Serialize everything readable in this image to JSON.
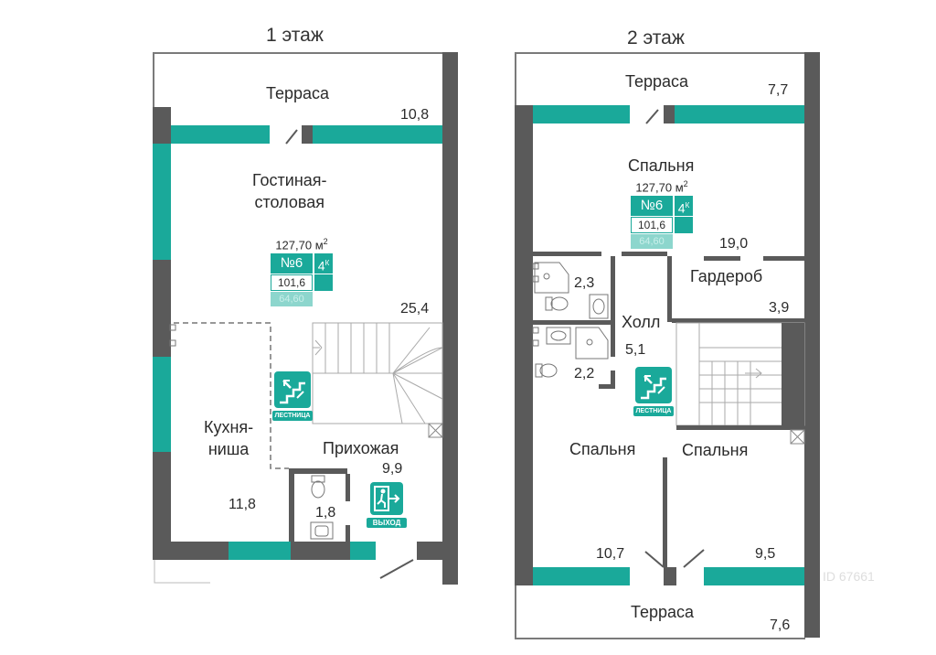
{
  "floors": [
    {
      "title": "1 этаж",
      "rooms": [
        {
          "name": "Терраса",
          "area": "10,8"
        },
        {
          "name": "Гостиная-\nстоловая",
          "area": "25,4"
        },
        {
          "name": "Кухня-\nниша",
          "area": "11,8"
        },
        {
          "name": "Прихожая",
          "area": "9,9"
        },
        {
          "name": "",
          "area": "1,8"
        }
      ],
      "badge": {
        "total": "127,70 м",
        "total_sup": "2",
        "number": "№6",
        "rooms": "4",
        "rooms_sup": "К",
        "living": "101,6",
        "extra": "64,60"
      },
      "stairs_caption": "ЛЕСТНИЦА",
      "exit_caption": "ВЫХОД"
    },
    {
      "title": "2 этаж",
      "rooms": [
        {
          "name": "Терраса",
          "area": "7,7"
        },
        {
          "name": "Спальня",
          "area": "19,0"
        },
        {
          "name": "Гардероб",
          "area": "3,9"
        },
        {
          "name": "Холл",
          "area": "5,1"
        },
        {
          "name": "",
          "area": "2,3"
        },
        {
          "name": "",
          "area": "2,2"
        },
        {
          "name": "Спальня",
          "area": "10,7"
        },
        {
          "name": "Спальня",
          "area": "9,5"
        },
        {
          "name": "Терраса",
          "area": "7,6"
        }
      ],
      "badge": {
        "total": "127,70 м",
        "total_sup": "2",
        "number": "№6",
        "rooms": "4",
        "rooms_sup": "К",
        "living": "101,6",
        "extra": "64,60"
      },
      "stairs_caption": "ЛЕСТНИЦА"
    }
  ],
  "colors": {
    "wall": "#5a5a5a",
    "window": "#1aa99a",
    "line": "#9a9a9a"
  },
  "icons": [
    "stairs-icon",
    "exit-icon",
    "toilet-icon",
    "sink-icon",
    "shower-icon"
  ],
  "watermark": "ID 67661"
}
